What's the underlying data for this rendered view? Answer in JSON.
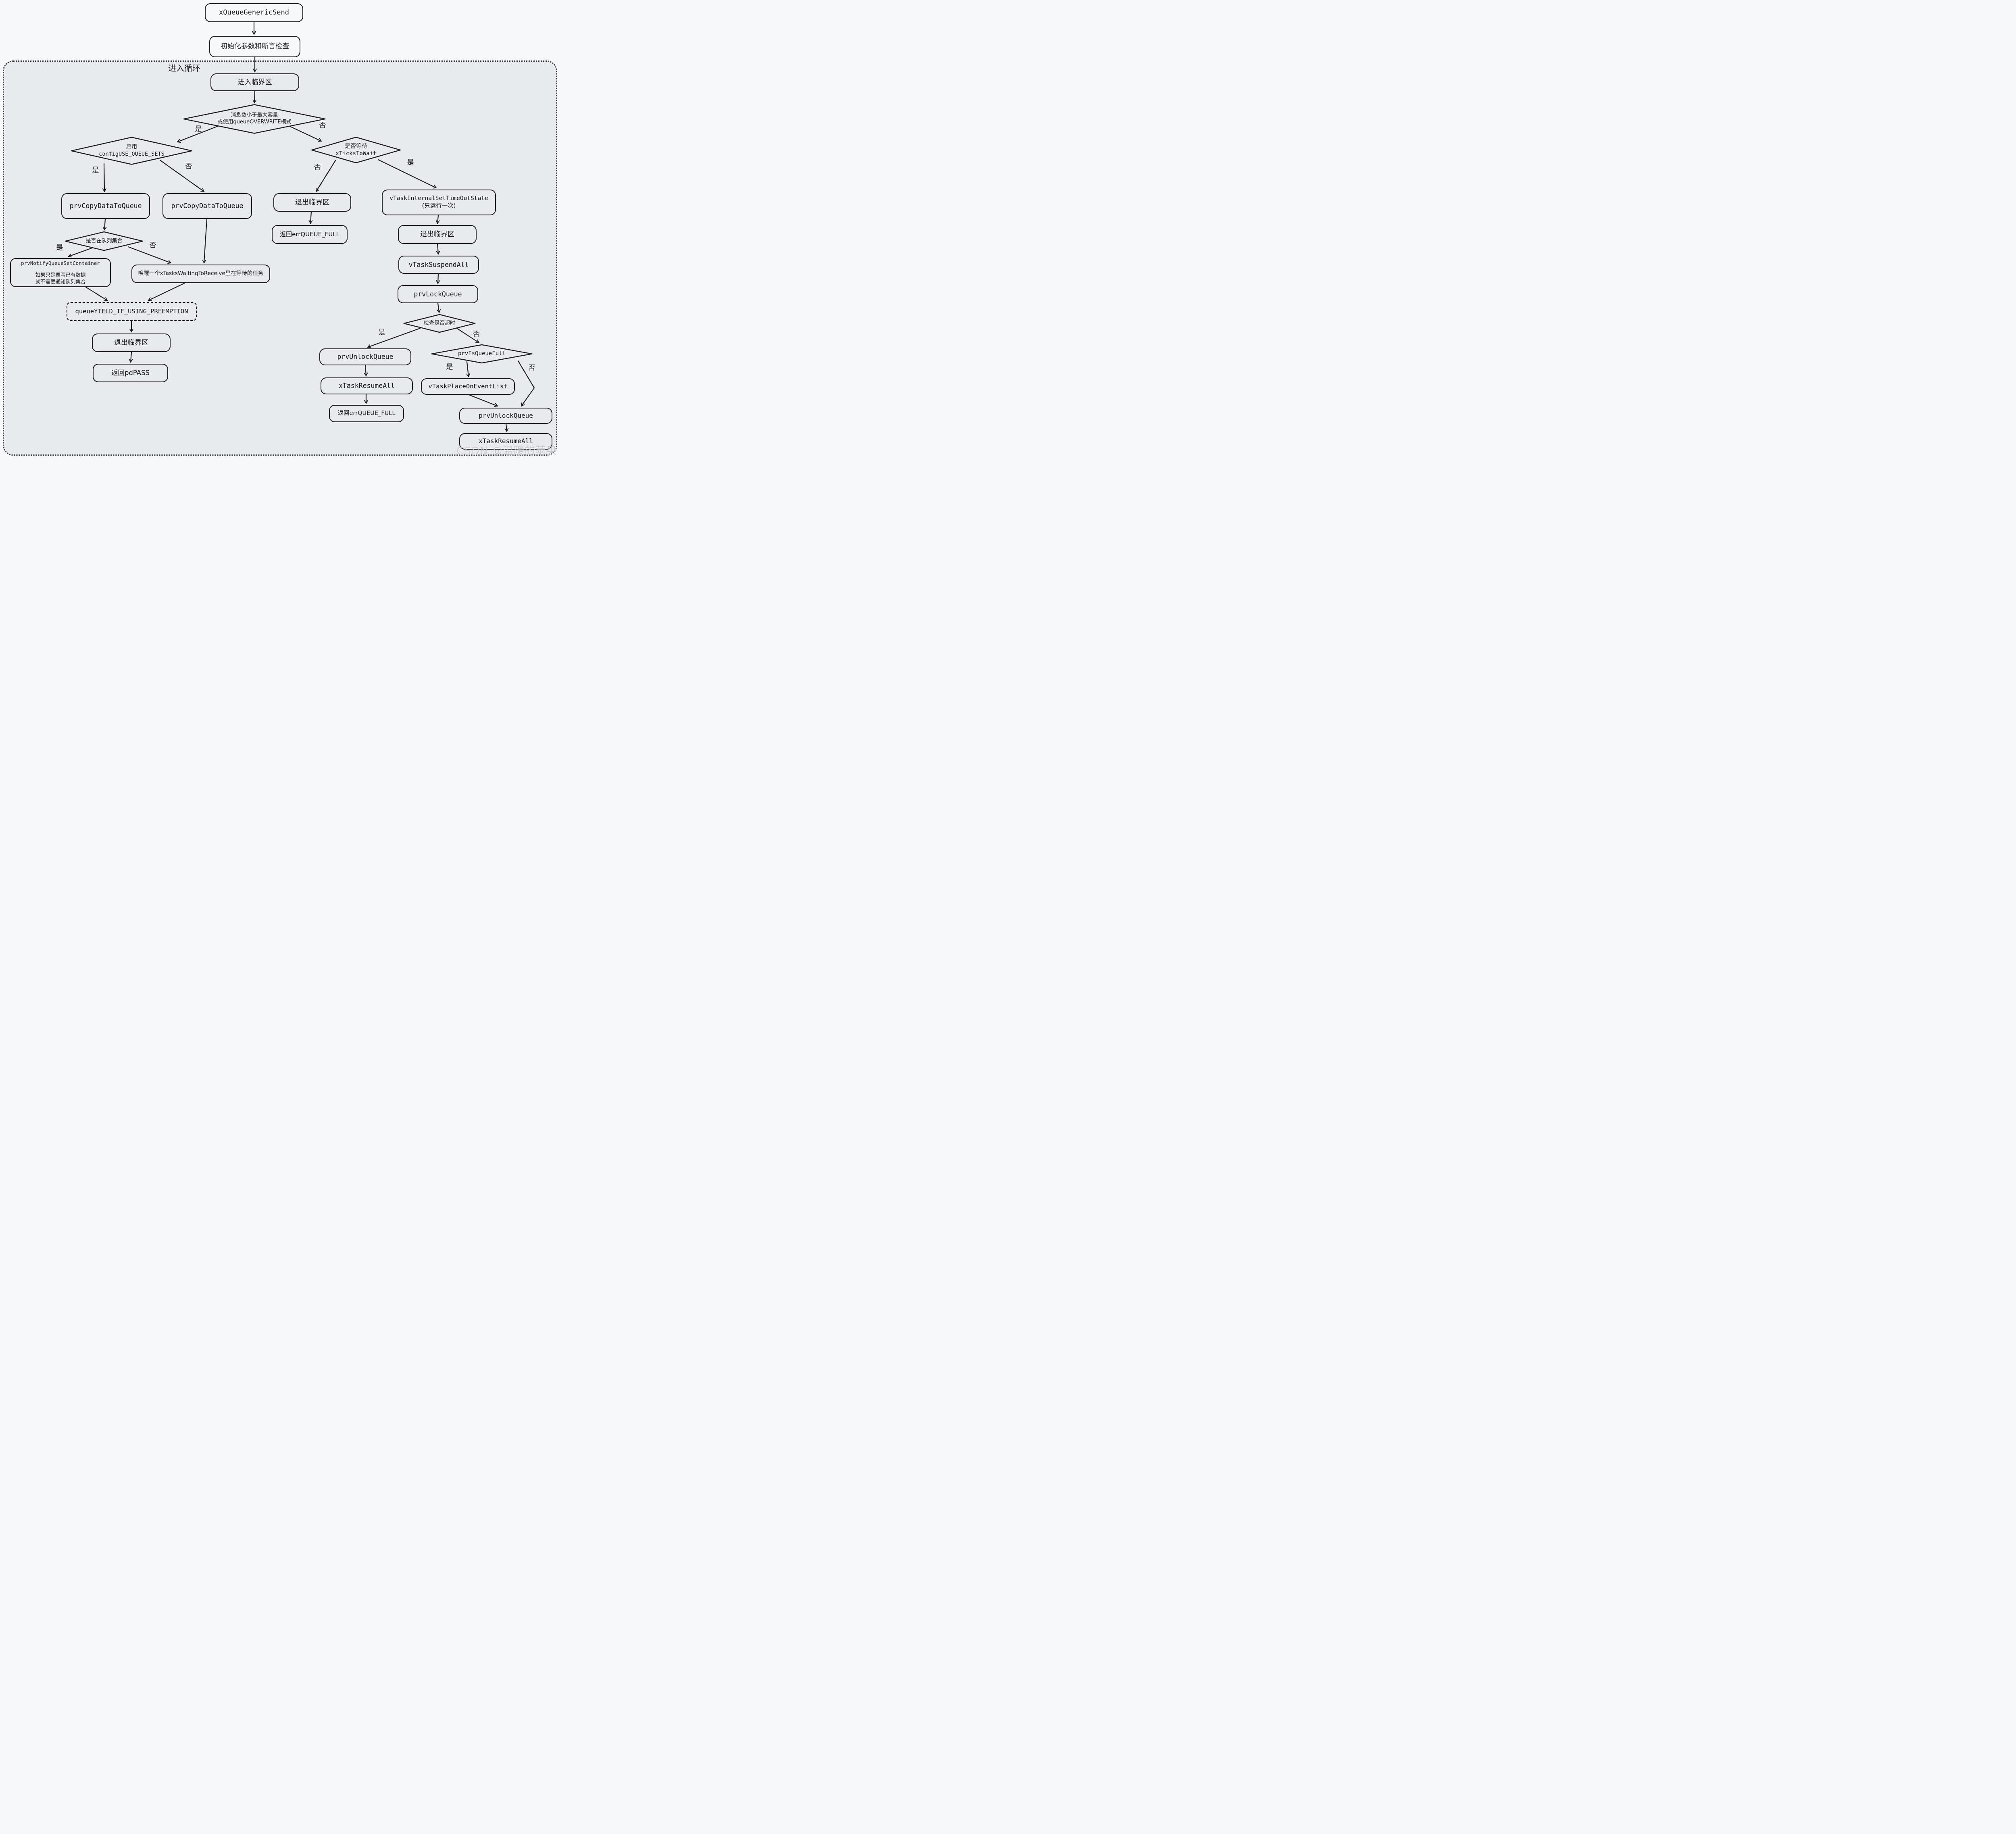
{
  "page": {
    "background": "#f7f8fa",
    "container_background": "#e8ebee",
    "line_color": "#1d1d1d"
  },
  "container": {
    "label": "进入循环"
  },
  "watermark": "CSDN @温暖的苹果",
  "flowchart": {
    "nodes": [
      {
        "id": "start",
        "shape": "process",
        "font": "mono",
        "lines": [
          "xQueueGenericSend"
        ]
      },
      {
        "id": "init",
        "shape": "process",
        "font": "sans",
        "lines": [
          "初始化参数和断言检查"
        ]
      },
      {
        "id": "enter_critical",
        "shape": "process",
        "font": "sans",
        "lines": [
          "进入临界区"
        ]
      },
      {
        "id": "d_capacity",
        "shape": "decision",
        "font": "sans",
        "lines": [
          "消息数小于最大容量",
          "或使用queueOVERWRITE模式"
        ]
      },
      {
        "id": "d_queue_sets",
        "shape": "decision",
        "font": "sans",
        "lines": [
          "启用",
          {
            "t": "configUSE_QUEUE_SETS",
            "mono": true
          }
        ]
      },
      {
        "id": "d_wait",
        "shape": "decision",
        "font": "sans",
        "lines": [
          "是否等待",
          {
            "t": "xTicksToWait",
            "mono": true
          }
        ]
      },
      {
        "id": "copy1",
        "shape": "process",
        "font": "mono",
        "lines": [
          "prvCopyDataToQueue"
        ]
      },
      {
        "id": "copy2",
        "shape": "process",
        "font": "mono",
        "lines": [
          "prvCopyDataToQueue"
        ]
      },
      {
        "id": "exit_critical_mid",
        "shape": "process",
        "font": "sans",
        "lines": [
          "退出临界区"
        ]
      },
      {
        "id": "ret_full_mid",
        "shape": "process",
        "font": "sans",
        "lines": [
          "返回errQUEUE_FULL"
        ]
      },
      {
        "id": "set_timeout",
        "shape": "process",
        "font": "sans",
        "lines": [
          {
            "t": "vTaskInternalSetTimeOutState",
            "mono": true
          },
          "(只运行一次)"
        ]
      },
      {
        "id": "exit_critical_right",
        "shape": "process",
        "font": "sans",
        "lines": [
          "退出临界区"
        ]
      },
      {
        "id": "suspend_all",
        "shape": "process",
        "font": "mono",
        "lines": [
          "vTaskSuspendAll"
        ]
      },
      {
        "id": "lock_queue",
        "shape": "process",
        "font": "mono",
        "lines": [
          "prvLockQueue"
        ]
      },
      {
        "id": "d_in_set",
        "shape": "decision",
        "font": "sans",
        "lines": [
          "是否在队列集合"
        ]
      },
      {
        "id": "notify_container",
        "shape": "process",
        "font": "sans",
        "lines": [
          {
            "t": "prvNotifyQueueSetContainer",
            "mono": true
          },
          "",
          "如果只是覆写已有数据",
          "就不需要通知队列集合"
        ]
      },
      {
        "id": "wake_task",
        "shape": "process",
        "font": "sans",
        "lines": [
          "唤醒一个xTasksWaitingToReceive里在等待的任务"
        ]
      },
      {
        "id": "yield_macro",
        "shape": "dashed",
        "font": "mono",
        "lines": [
          "queueYIELD_IF_USING_PREEMPTION"
        ]
      },
      {
        "id": "exit_critical_left",
        "shape": "process",
        "font": "sans",
        "lines": [
          "退出临界区"
        ]
      },
      {
        "id": "ret_pdpass",
        "shape": "process",
        "font": "sans",
        "lines": [
          "返回pdPASS"
        ]
      },
      {
        "id": "d_timeout",
        "shape": "decision",
        "font": "sans",
        "lines": [
          "检查是否超时"
        ]
      },
      {
        "id": "unlock_mid",
        "shape": "process",
        "font": "mono",
        "lines": [
          "prvUnlockQueue"
        ]
      },
      {
        "id": "resume_mid",
        "shape": "process",
        "font": "mono",
        "lines": [
          "xTaskResumeAll"
        ]
      },
      {
        "id": "ret_full_bottom",
        "shape": "process",
        "font": "sans",
        "lines": [
          "返回errQUEUE_FULL"
        ]
      },
      {
        "id": "d_queue_full",
        "shape": "decision",
        "font": "mono",
        "lines": [
          "prvIsQueueFull"
        ]
      },
      {
        "id": "place_event",
        "shape": "process",
        "font": "mono",
        "lines": [
          "vTaskPlaceOnEventList"
        ]
      },
      {
        "id": "unlock_br",
        "shape": "process",
        "font": "mono",
        "lines": [
          "prvUnlockQueue"
        ]
      },
      {
        "id": "resume_br",
        "shape": "process",
        "font": "mono",
        "lines": [
          "xTaskResumeAll"
        ]
      }
    ],
    "edges": [
      {
        "from": "start",
        "to": "init",
        "label": ""
      },
      {
        "from": "init",
        "to": "enter_critical",
        "label": ""
      },
      {
        "from": "enter_critical",
        "to": "d_capacity",
        "label": ""
      },
      {
        "from": "d_capacity",
        "to": "d_queue_sets",
        "label": "是"
      },
      {
        "from": "d_capacity",
        "to": "d_wait",
        "label": "否"
      },
      {
        "from": "d_queue_sets",
        "to": "copy1",
        "label": "是"
      },
      {
        "from": "d_queue_sets",
        "to": "copy2",
        "label": "否"
      },
      {
        "from": "d_wait",
        "to": "exit_critical_mid",
        "label": "否"
      },
      {
        "from": "d_wait",
        "to": "set_timeout",
        "label": "是"
      },
      {
        "from": "copy1",
        "to": "d_in_set",
        "label": ""
      },
      {
        "from": "d_in_set",
        "to": "notify_container",
        "label": "是"
      },
      {
        "from": "d_in_set",
        "to": "wake_task",
        "label": "否"
      },
      {
        "from": "copy2",
        "to": "wake_task",
        "label": ""
      },
      {
        "from": "notify_container",
        "to": "yield_macro",
        "label": ""
      },
      {
        "from": "wake_task",
        "to": "yield_macro",
        "label": ""
      },
      {
        "from": "yield_macro",
        "to": "exit_critical_left",
        "label": ""
      },
      {
        "from": "exit_critical_left",
        "to": "ret_pdpass",
        "label": ""
      },
      {
        "from": "exit_critical_mid",
        "to": "ret_full_mid",
        "label": ""
      },
      {
        "from": "set_timeout",
        "to": "exit_critical_right",
        "label": ""
      },
      {
        "from": "exit_critical_right",
        "to": "suspend_all",
        "label": ""
      },
      {
        "from": "suspend_all",
        "to": "lock_queue",
        "label": ""
      },
      {
        "from": "lock_queue",
        "to": "d_timeout",
        "label": ""
      },
      {
        "from": "d_timeout",
        "to": "unlock_mid",
        "label": "是"
      },
      {
        "from": "d_timeout",
        "to": "d_queue_full",
        "label": "否"
      },
      {
        "from": "unlock_mid",
        "to": "resume_mid",
        "label": ""
      },
      {
        "from": "resume_mid",
        "to": "ret_full_bottom",
        "label": ""
      },
      {
        "from": "d_queue_full",
        "to": "place_event",
        "label": "是"
      },
      {
        "from": "d_queue_full",
        "to": "unlock_br",
        "label": "否"
      },
      {
        "from": "place_event",
        "to": "unlock_br",
        "label": ""
      },
      {
        "from": "unlock_br",
        "to": "resume_br",
        "label": ""
      }
    ]
  }
}
